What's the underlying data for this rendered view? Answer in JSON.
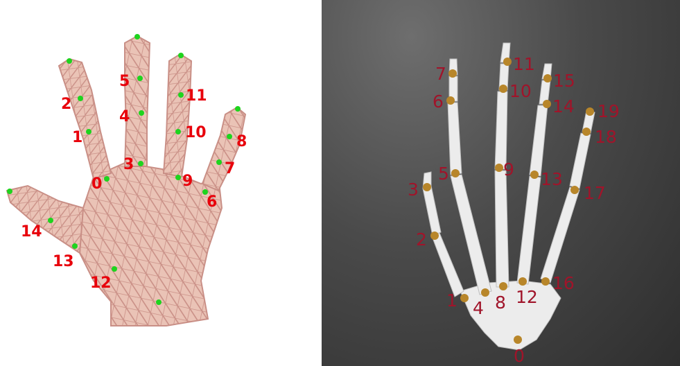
{
  "colors": {
    "mesh_fill": "#eac3b6",
    "mesh_line": "#c98f86",
    "mesh_marker": "#1ed41e",
    "mesh_label": "#e8000b",
    "bone": "#ececec",
    "bone_marker": "#b8862a",
    "bone_label": "#a0142a"
  },
  "mesh_hand": {
    "markers": [
      {
        "id": "m-tip-pinky",
        "label": ""
      },
      {
        "id": "m-tip-ring",
        "label": ""
      },
      {
        "id": "m-tip-middle",
        "label": ""
      },
      {
        "id": "m-tip-index",
        "label": ""
      },
      {
        "id": "m-tip-thumb",
        "label": ""
      },
      {
        "id": "m-wrist",
        "label": ""
      },
      {
        "id": "m0",
        "label": "0"
      },
      {
        "id": "m1",
        "label": "1"
      },
      {
        "id": "m2",
        "label": "2"
      },
      {
        "id": "m3",
        "label": "3"
      },
      {
        "id": "m4",
        "label": "4"
      },
      {
        "id": "m5",
        "label": "5"
      },
      {
        "id": "m6",
        "label": "6"
      },
      {
        "id": "m7",
        "label": "7"
      },
      {
        "id": "m8",
        "label": "8"
      },
      {
        "id": "m9",
        "label": "9"
      },
      {
        "id": "m10",
        "label": "10"
      },
      {
        "id": "m11",
        "label": "11"
      },
      {
        "id": "m12",
        "label": "12"
      },
      {
        "id": "m13",
        "label": "13"
      },
      {
        "id": "m14",
        "label": "14"
      }
    ]
  },
  "skeleton_hand": {
    "markers": [
      {
        "id": "b0",
        "label": "0"
      },
      {
        "id": "b1",
        "label": "1"
      },
      {
        "id": "b2",
        "label": "2"
      },
      {
        "id": "b3",
        "label": "3"
      },
      {
        "id": "b4",
        "label": "4"
      },
      {
        "id": "b5",
        "label": "5"
      },
      {
        "id": "b6",
        "label": "6"
      },
      {
        "id": "b7",
        "label": "7"
      },
      {
        "id": "b8",
        "label": "8"
      },
      {
        "id": "b9",
        "label": "9"
      },
      {
        "id": "b10",
        "label": "10"
      },
      {
        "id": "b11",
        "label": "11"
      },
      {
        "id": "b12",
        "label": "12"
      },
      {
        "id": "b13",
        "label": "13"
      },
      {
        "id": "b14",
        "label": "14"
      },
      {
        "id": "b15",
        "label": "15"
      },
      {
        "id": "b16",
        "label": "16"
      },
      {
        "id": "b17",
        "label": "17"
      },
      {
        "id": "b18",
        "label": "18"
      },
      {
        "id": "b19",
        "label": "19"
      }
    ]
  }
}
